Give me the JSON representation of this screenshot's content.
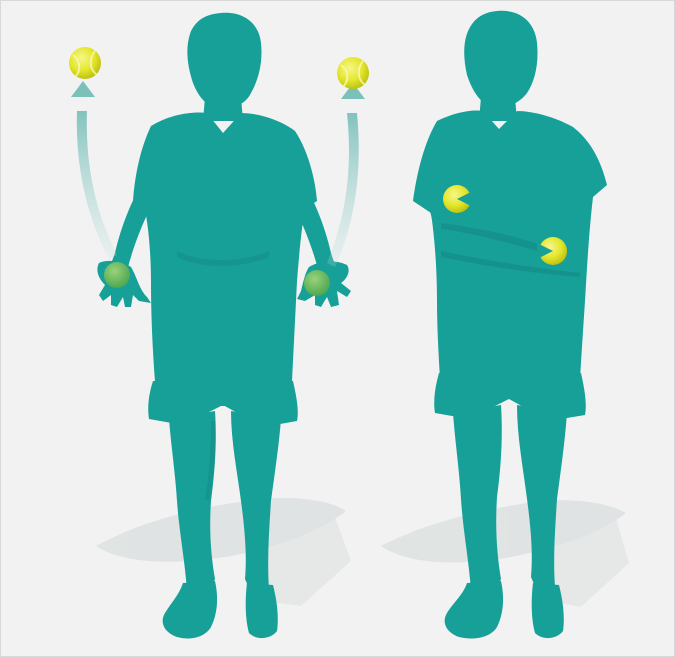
{
  "illustration": {
    "subject": "two-tennis-player-silhouettes",
    "figures": [
      {
        "pose": "hands-at-sides-tossing-balls-upward",
        "balls_in_hand": 2,
        "balls_in_air": 2
      },
      {
        "pose": "arms-crossed-holding-balls",
        "balls_in_hand": 2,
        "balls_in_air": 0
      }
    ],
    "colors": {
      "background": "#f2f2f2",
      "silhouette": "#17a098",
      "silhouette_shade": "#138a83",
      "ball": "#e6e830",
      "ball_shade": "#c8cc10",
      "ball_in_hand": "#6fbf5a",
      "arrow": "#8fc9c4",
      "shadow": "#d9dedd"
    },
    "icons": [
      "tennis-ball-icon",
      "up-arrow-icon"
    ]
  }
}
